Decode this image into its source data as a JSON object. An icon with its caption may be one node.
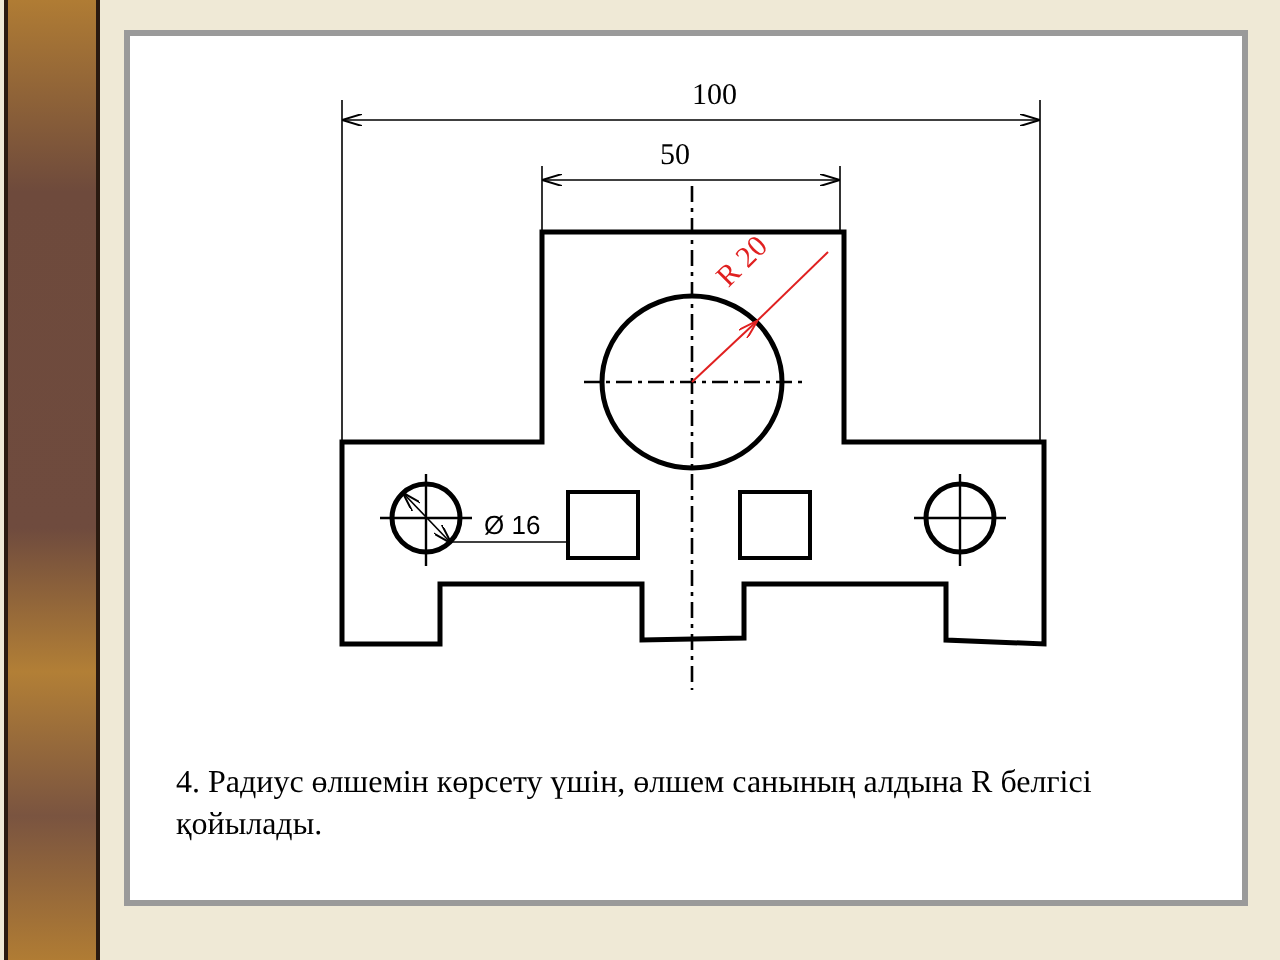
{
  "diagram": {
    "labels": [
      "100",
      "50",
      "R 20",
      "Ø 16",
      "4. Радиус өлшемін көрсету үшін, өлшем санының алдына R белгісі қойылады."
    ]
  }
}
